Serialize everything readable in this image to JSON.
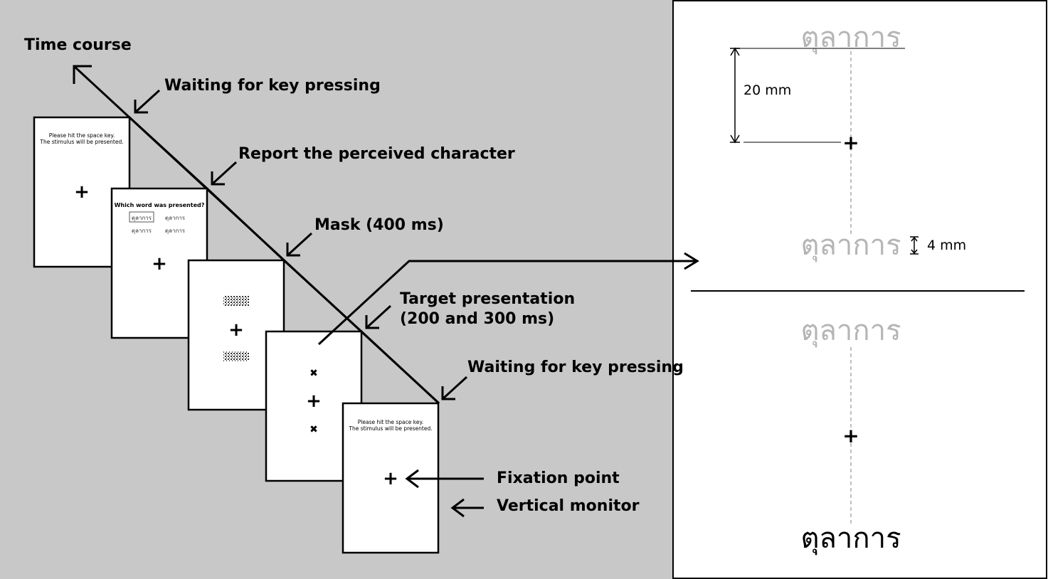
{
  "left_panel": {
    "bg": "#c8c8c8",
    "time_course": "Time course",
    "label_waiting_top": "Waiting for key pressing",
    "label_report": "Report the perceived character",
    "label_mask": "Mask (400 ms)",
    "label_target_1": "Target presentation",
    "label_target_2": "(200 and 300 ms)",
    "label_waiting_bottom": "Waiting for key pressing",
    "label_fixation": "Fixation point",
    "label_monitor": "Vertical monitor",
    "screen1": {
      "line1": "Please hit the space key.",
      "line2": "The stimulus will be presented.",
      "fixation": "+"
    },
    "screen2": {
      "question": "Which word was presented?",
      "options": [
        "ตุลาการ",
        "ตุลาการ",
        "ตุลาการ",
        "ตุลาการ"
      ],
      "fixation": "+"
    },
    "screen3": {
      "fixation": "+"
    },
    "screen4": {
      "mark_top": "✖",
      "fixation": "+",
      "mark_bottom": "✖"
    },
    "screen5": {
      "line1": "Please hit the space key.",
      "line2": "The stimulus will be presented.",
      "fixation": "+"
    }
  },
  "right_panel": {
    "top": {
      "word_top": "ตุลาการ",
      "distance": "20 mm",
      "fixation": "+",
      "word_bottom": "ตุลาการ",
      "size": "4 mm"
    },
    "bottom": {
      "word_top": "ตุลาการ",
      "fixation": "+",
      "word_bottom": "ตุลาการ"
    }
  }
}
